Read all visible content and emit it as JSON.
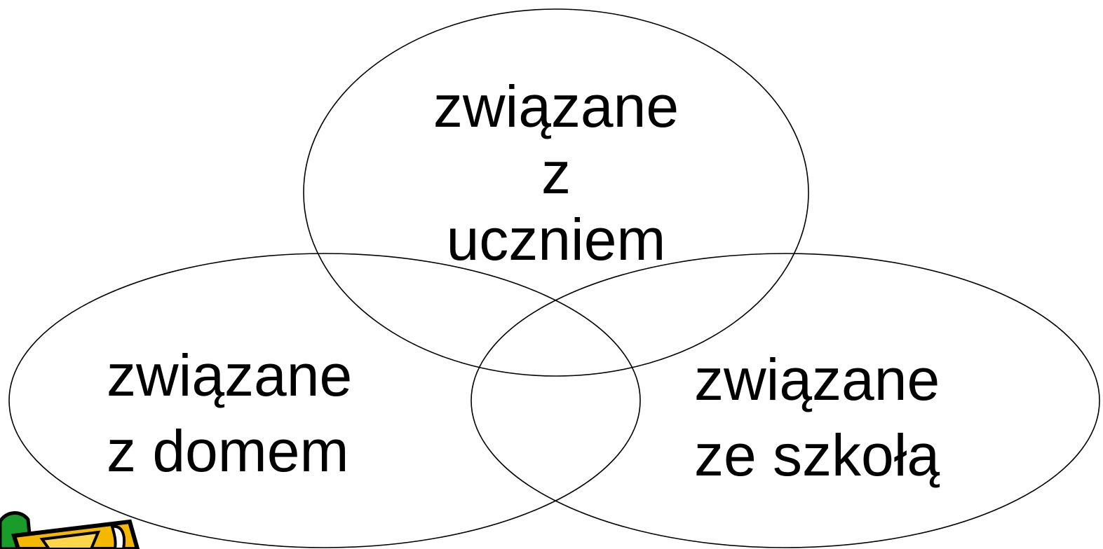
{
  "diagram": {
    "type": "venn",
    "sets": [
      {
        "lines": [
          "związane",
          "z",
          "uczniem"
        ]
      },
      {
        "lines": [
          "związane",
          "z domem"
        ]
      },
      {
        "lines": [
          "związane",
          "ze szkołą"
        ]
      }
    ]
  },
  "decoration": {
    "clipart": "pencil-clipart-icon",
    "colors": {
      "outline": "#000000",
      "yellow": "#f5b800",
      "green": "#1a9c2a"
    }
  }
}
